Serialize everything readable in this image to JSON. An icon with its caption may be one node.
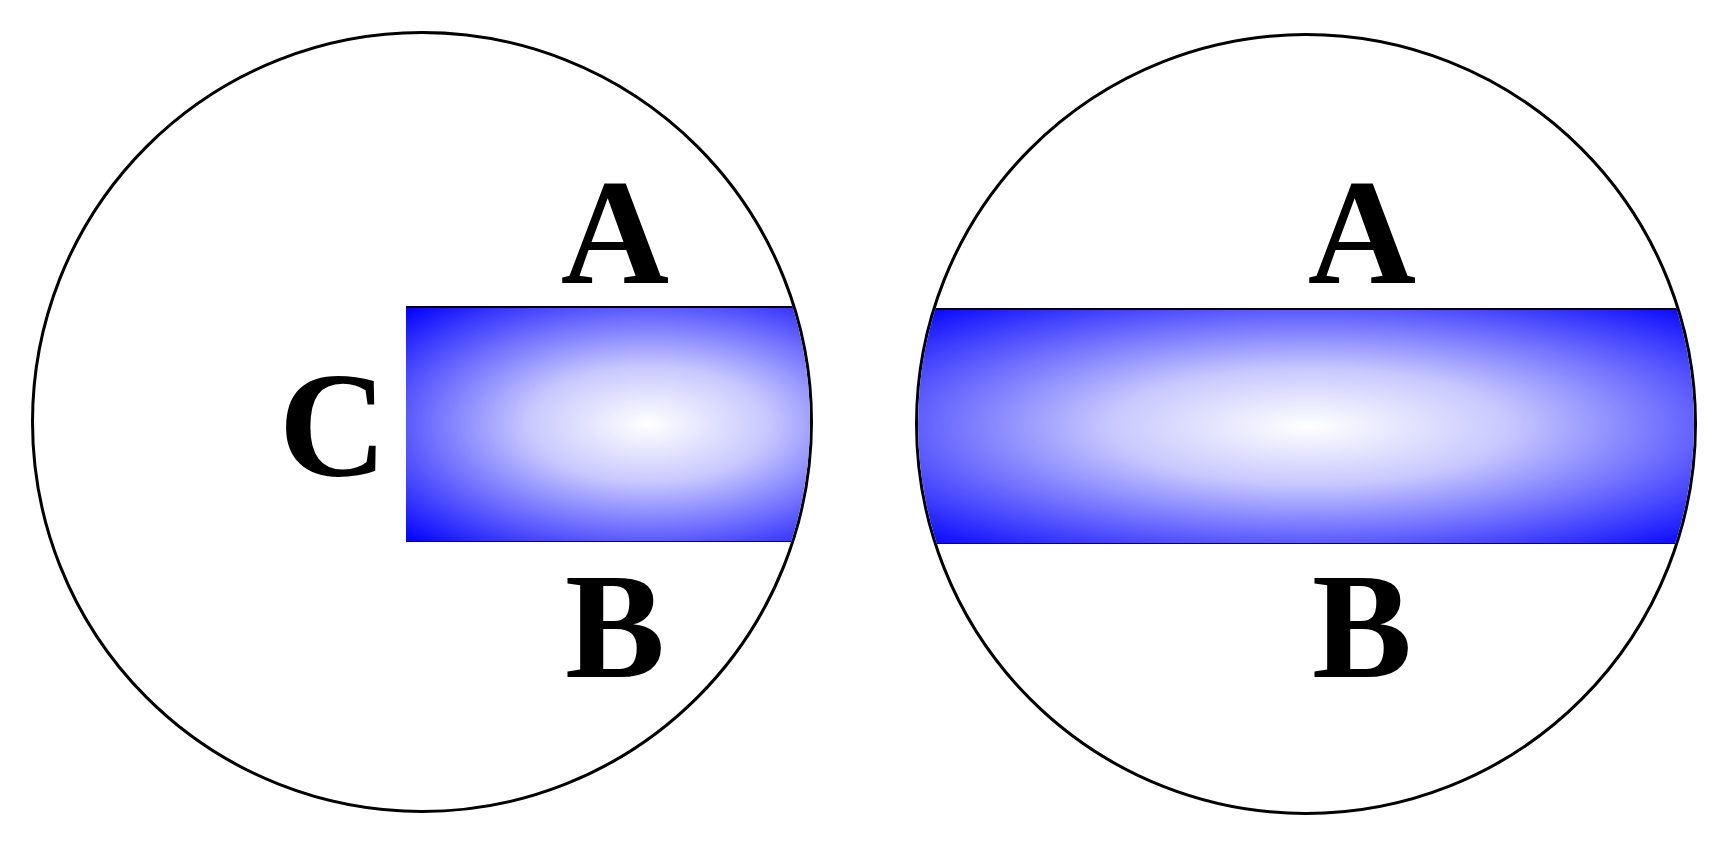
{
  "diagram": {
    "nodes": [
      {
        "text": [
          "A",
          "C",
          "B"
        ]
      },
      {
        "text": [],
        "shape": "bar",
        "in": 0
      },
      {
        "text": [
          "A",
          "B"
        ]
      },
      {
        "text": [],
        "shape": "bar",
        "in": 2
      }
    ],
    "edges": []
  }
}
